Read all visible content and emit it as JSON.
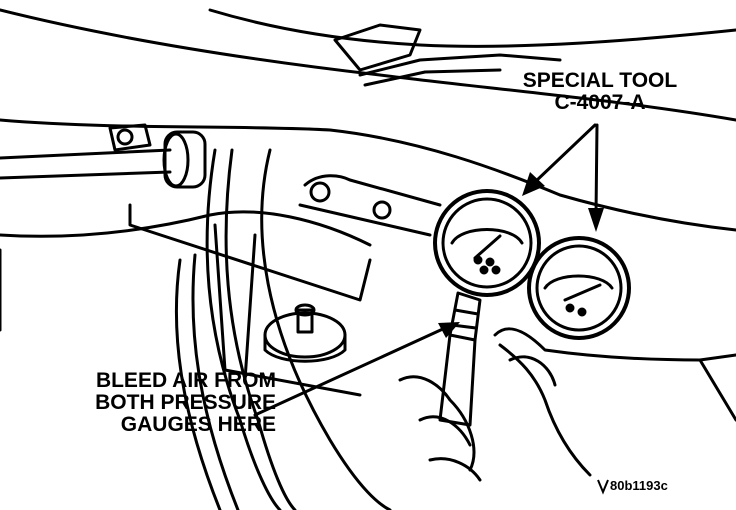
{
  "labels": {
    "special_tool_line1": "SPECIAL TOOL",
    "special_tool_line2": "C-4007-A",
    "bleed_line1": "BLEED AIR FROM",
    "bleed_line2": "BOTH PRESSURE",
    "bleed_line3": "GAUGES HERE",
    "figure_code": "80b1193c"
  },
  "colors": {
    "line": "#000000",
    "background": "#ffffff"
  }
}
